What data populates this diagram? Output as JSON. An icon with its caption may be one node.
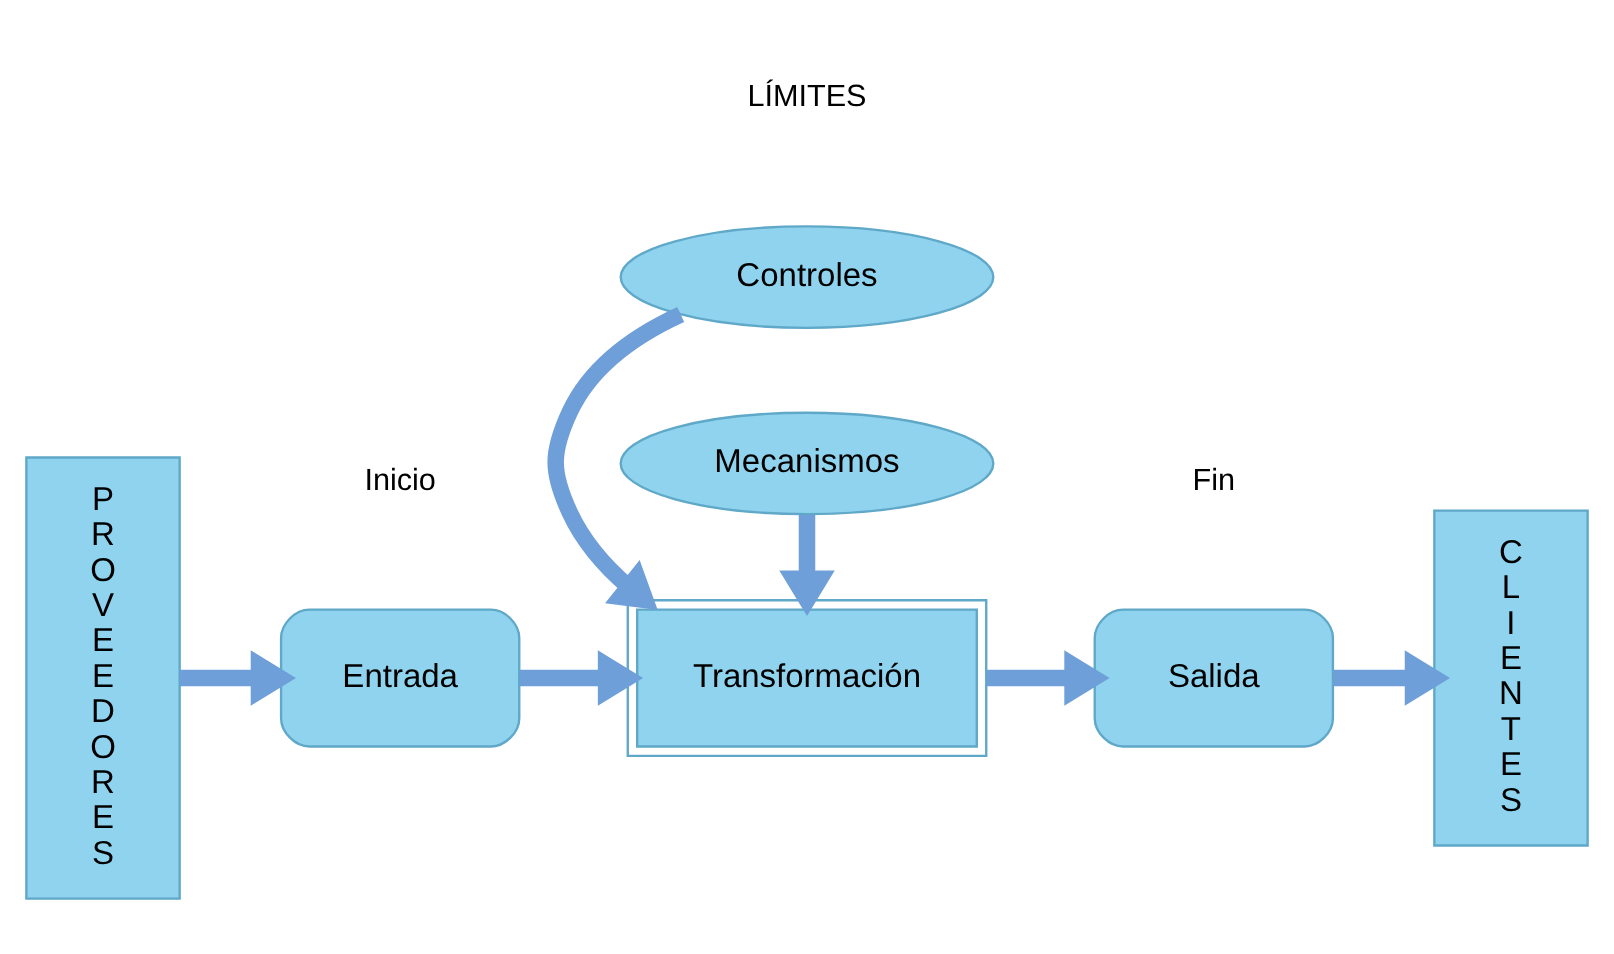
{
  "diagram": {
    "nodes": [
      {
        "text": [
          "PROVEEDORES"
        ]
      },
      {
        "text": [
          "Entrada"
        ]
      },
      {
        "text": [
          "Transformación"
        ]
      },
      {
        "text": [
          "Salida"
        ]
      },
      {
        "text": [
          "CLIENTES"
        ]
      },
      {
        "text": [
          "Controles"
        ]
      },
      {
        "text": [
          "Mecanismos"
        ]
      }
    ],
    "edges": [
      {
        "from": 0,
        "to": 1,
        "arrow": "to"
      },
      {
        "from": 1,
        "to": 2,
        "arrow": "to"
      },
      {
        "from": 2,
        "to": 3,
        "arrow": "to"
      },
      {
        "from": 3,
        "to": 4,
        "arrow": "to"
      },
      {
        "from": 5,
        "to": 2,
        "arrow": "to"
      },
      {
        "from": 6,
        "to": 2,
        "arrow": "to"
      }
    ],
    "labels": [
      "Inicio",
      "LÍMITES",
      "Fin"
    ]
  }
}
